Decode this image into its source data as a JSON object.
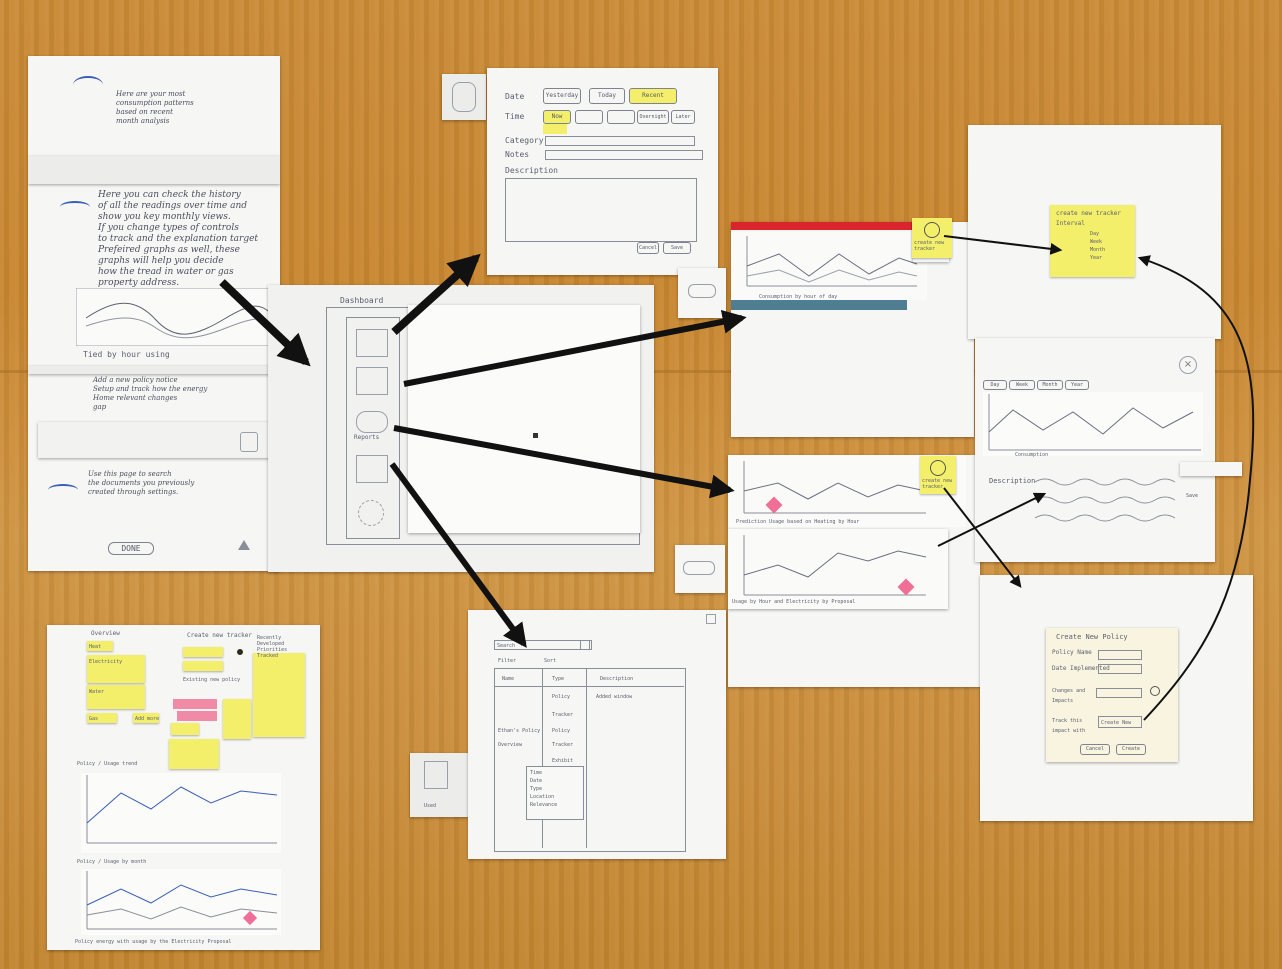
{
  "colors": {
    "table": "#c98a36",
    "paper": "#f6f6f4",
    "sticky": "#f4ef6a",
    "pink": "#ef6f96",
    "red_band": "#d9252b",
    "teal_band": "#4f7d92",
    "arrow": "#111111"
  },
  "onboarding": {
    "block1": "Here are your most\nconsumption patterns\nbased on recent\nmonth analysis",
    "block2": "Here you can check the history\nof all the readings over time and\nshow you key monthly views.\nIf you change types of controls\nto track and the explanation target\nPrefeired graphs as well, these\ngraphs will help you decide\nhow the tread in water or gas\nproperty address.",
    "block3": "Add a new policy notice\nSetup and track how the energy\nHome relevant changes\ngap",
    "block4": "Use this page to search\nthe documents you previously\ncreated through settings.",
    "done_label": "DONE",
    "chart_caption": "Tied by hour using"
  },
  "form_sheet": {
    "date_label": "Date",
    "date_options": [
      "Yesterday",
      "Today",
      "Recent"
    ],
    "time_label": "Time",
    "time_options": [
      "Now",
      "",
      "",
      "Overnight",
      "Later"
    ],
    "category_label": "Category",
    "notes_label": "Notes",
    "description_label": "Description",
    "cancel_label": "Cancel",
    "save_label": "Save"
  },
  "center_sheet": {
    "header": "Dashboard",
    "menu_item_label": "Reports"
  },
  "chart_sheet_top": {
    "caption": "Consumption by hour of day",
    "sticky_label": "create new tracker"
  },
  "chart_sheet_mid": {
    "caption1": "Prediction Usage based on Heating by Hour",
    "caption2": "Usage by Hour and Electricity by Proposal",
    "sticky_label": "create new tracker"
  },
  "tracker_sticky": {
    "title": "create new tracker",
    "subtitle": "Interval",
    "options": [
      "Day",
      "Week",
      "Month",
      "Year"
    ]
  },
  "detail_sheet": {
    "tabs": [
      "Day",
      "Week",
      "Month",
      "Year"
    ],
    "caption": "Consumption",
    "description_label": "Description",
    "save_label": "Save"
  },
  "policy_sheet": {
    "title": "Create New Policy",
    "name_label": "Policy Name",
    "date_label": "Date Implemented",
    "change_label": "Changes and Impacts",
    "tracker_label": "Track this impact with",
    "tracker_value": "Create New",
    "cancel_label": "Cancel",
    "create_label": "Create"
  },
  "list_sheet": {
    "search_placeholder": "Search",
    "filter1": "Filter",
    "filter2": "Sort",
    "columns": [
      "Name",
      "Type",
      "Description"
    ],
    "rows": [
      [
        "",
        "Policy",
        "Added window"
      ],
      [
        "",
        "Tracker",
        ""
      ],
      [
        "Ethan's Policy",
        "Policy",
        ""
      ],
      [
        "Overview",
        "Tracker",
        ""
      ],
      [
        "",
        "Exhibit",
        ""
      ],
      [
        "",
        "",
        ""
      ]
    ],
    "dropdown": [
      "Time",
      "Date",
      "Type",
      "Location",
      "Relevance"
    ],
    "side_label": "Used"
  },
  "overview_sheet": {
    "title": "Overview",
    "subtitle": "Create new tracker",
    "stickies": [
      "Heat",
      "Electricity",
      "Water",
      "Gas",
      "Add more"
    ],
    "policy_title": "Existing new policy",
    "chart1_caption": "Policy / Usage trend",
    "chart2_caption": "Policy / Usage by month",
    "chart2_footer": "Policy energy with usage by the Electricity Proposal",
    "side_note": "Recently\nDeveloped\nPriorities\nTracked"
  }
}
